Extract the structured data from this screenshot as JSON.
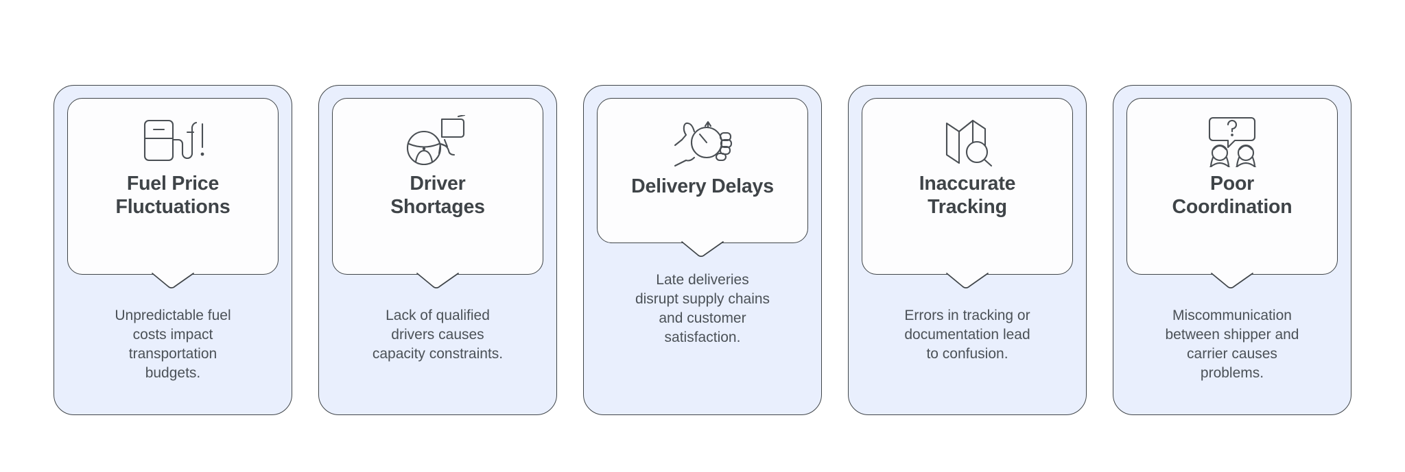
{
  "theme": {
    "page_background": "#ffffff",
    "card_fill": "#e9effd",
    "card_border": "#3f4448",
    "bubble_fill": "#fdfdfe",
    "title_color": "#3f4448",
    "body_color": "#4b5157",
    "icon_stroke": "#4a4f54"
  },
  "cards": [
    {
      "icon_name": "fuel-pump-alert-icon",
      "title": "Fuel Price\nFluctuations",
      "title_lines": 2,
      "body": "Unpredictable fuel\ncosts impact\ntransportation\nbudgets."
    },
    {
      "icon_name": "steering-wheel-speech-bubble-icon",
      "title": "Driver\nShortages",
      "title_lines": 2,
      "body": "Lack of qualified\ndrivers causes\ncapacity constraints."
    },
    {
      "icon_name": "hand-holding-stopwatch-icon",
      "title": "Delivery Delays",
      "title_lines": 1,
      "body": "Late deliveries\ndisrupt supply chains\nand customer\nsatisfaction."
    },
    {
      "icon_name": "folded-map-magnifier-icon",
      "title": "Inaccurate\nTracking",
      "title_lines": 2,
      "body": "Errors in tracking or\ndocumentation lead\nto confusion."
    },
    {
      "icon_name": "two-people-question-bubble-icon",
      "title": "Poor\nCoordination",
      "title_lines": 2,
      "body": "Miscommunication\nbetween shipper and\ncarrier causes\nproblems."
    }
  ]
}
